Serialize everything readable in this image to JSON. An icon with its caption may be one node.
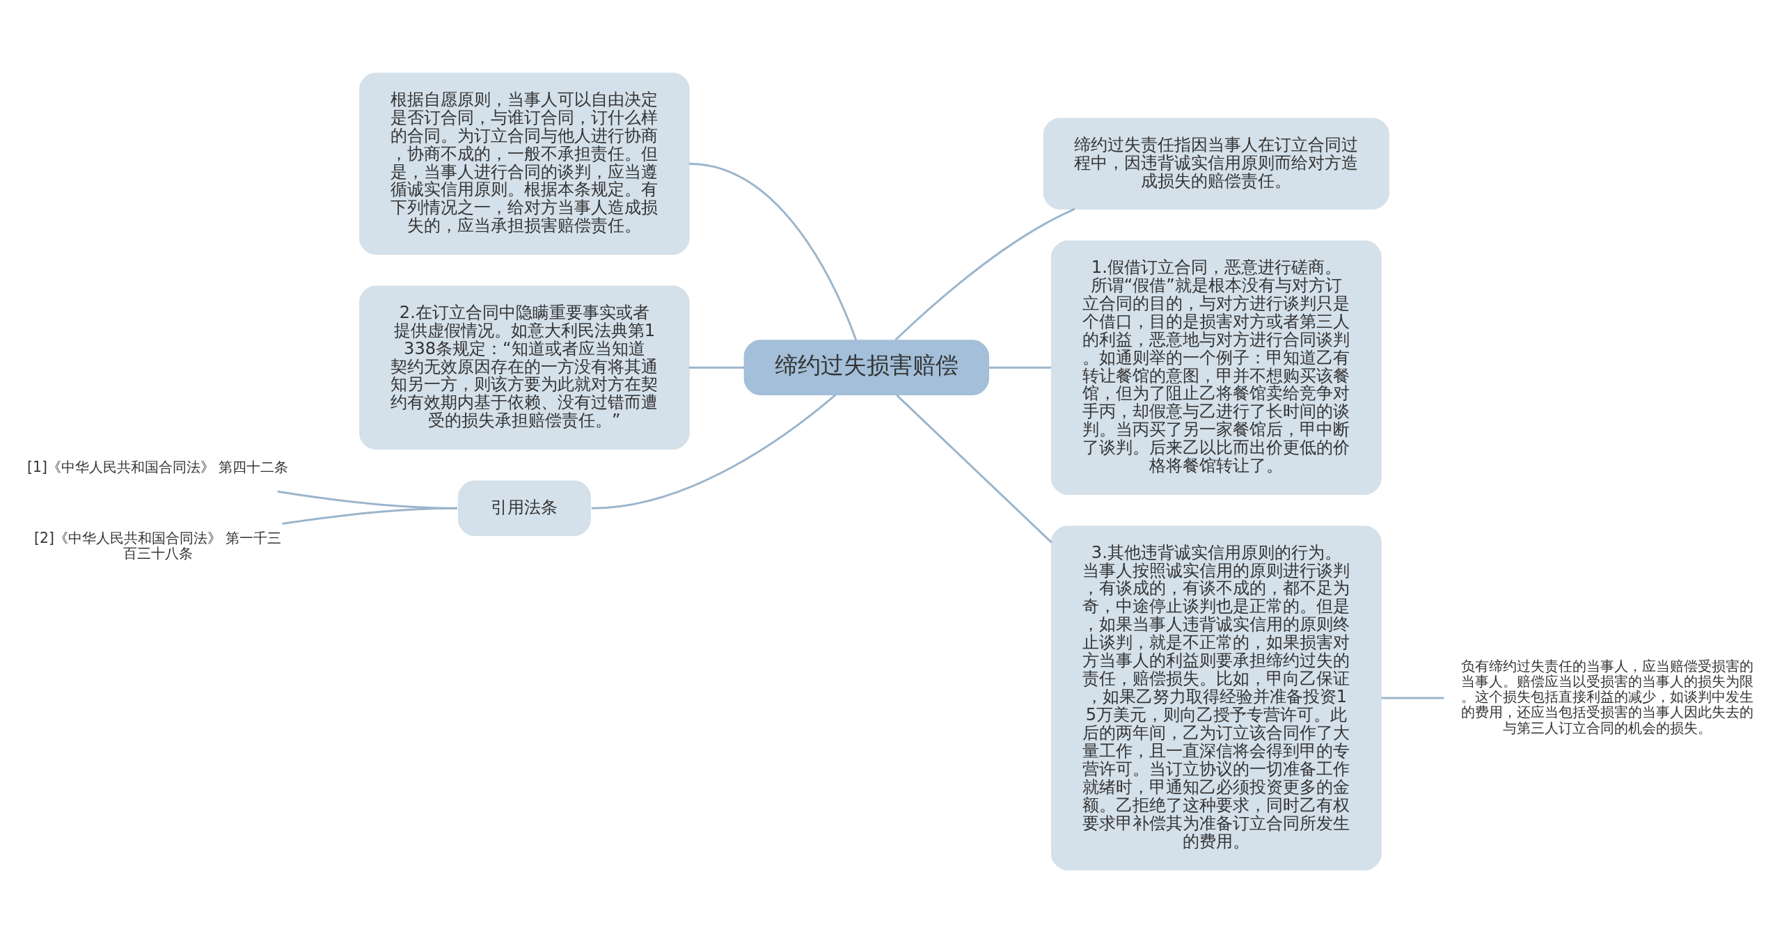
{
  "diagram": {
    "nodes": [
      {
        "text": [
          "缔约过失损害赔偿"
        ]
      },
      {
        "text": [
          "缔约过失责任指因当事人在订立合同过程中，因违背诚实信用原则而给对方造成损失的赔偿责任。"
        ]
      },
      {
        "text": [
          "根据自愿原则，当事人可以自由决定是否订合同，与谁订合同，订什么样的合同。为订立合同与他人进行协商，协商不成的，一般不承担责任。但是，当事人进行合同的谈判，应当遵循诚实信用原则。根据本条规定。有下列情况之一，给对方当事人造成损失的，应当承担损害赔偿责任。"
        ]
      },
      {
        "text": [
          "1.假借订立合同，恶意进行磋商。所谓“假借”就是根本没有与对方订立合同的目的，与对方进行谈判只是个借口，目的是损害对方或者第三人的利益，恶意地与对方进行合同谈判。如通则举的一个例子：甲知道乙有转让餐馆的意图，甲并不想购买该餐馆，但为了阻止乙将餐馆卖给竞争对手丙，却假意与乙进行了长时间的谈判。当丙买了另一家餐馆后，甲中断了谈判。后来乙以比而出价更低的价格将餐馆转让了。"
        ]
      },
      {
        "text": [
          "2.在订立合同中隐瞒重要事实或者提供虚假情况。如意大利民法典第1338条规定：“知道或者应当知道契约无效原因存在的一方没有将其通知另一方，则该方要为此就对方在契约有效期内基于依赖、没有过错而遭受的损失承担赔偿责任。”"
        ]
      },
      {
        "text": [
          "3.其他违背诚实信用原则的行为。当事人按照诚实信用的原则进行谈判，有谈成的，有谈不成的，都不足为奇，中途停止谈判也是正常的。但是，如果当事人违背诚实信用的原则终止谈判，就是不正常的，如果损害对方当事人的利益则要承担缔约过失的责任，赔偿损失。比如，甲向乙保证，如果乙努力取得经验并准备投资15万美元，则向乙授予专营许可。此后的两年间，乙为订立该合同作了大量工作，且一直深信将会得到甲的专营许可。当订立协议的一切准备工作就绪时，甲通知乙必须投资更多的金额。乙拒绝了这种要求，同时乙有权要求甲补偿其为准备订立合同所发生的费用。"
        ]
      },
      {
        "text": [
          "负有缔约过失责任的当事人，应当赔偿受损害的当事人。赔偿应当以受损害的当事人的损失为限。这个损失包括直接利益的减少，如谈判中发生的费用，还应当包括受损害的当事人因此失去的与第三人订立合同的机会的损失。"
        ]
      },
      {
        "text": [
          "引用法条"
        ]
      },
      {
        "text": [
          "[1]《中华人民共和国合同法》 第四十二条"
        ]
      },
      {
        "text": [
          "[2]《中华人民共和国合同法》 第一千三百三十八条"
        ]
      }
    ],
    "edges": [
      {
        "from": 0,
        "to": 1,
        "arrow": "none"
      },
      {
        "from": 0,
        "to": 2,
        "arrow": "none"
      },
      {
        "from": 0,
        "to": 3,
        "arrow": "none"
      },
      {
        "from": 0,
        "to": 4,
        "arrow": "none"
      },
      {
        "from": 0,
        "to": 5,
        "arrow": "none"
      },
      {
        "from": 5,
        "to": 6,
        "arrow": "none"
      },
      {
        "from": 0,
        "to": 7,
        "arrow": "none"
      },
      {
        "from": 7,
        "to": 8,
        "arrow": "none"
      },
      {
        "from": 7,
        "to": 9,
        "arrow": "none"
      }
    ]
  }
}
